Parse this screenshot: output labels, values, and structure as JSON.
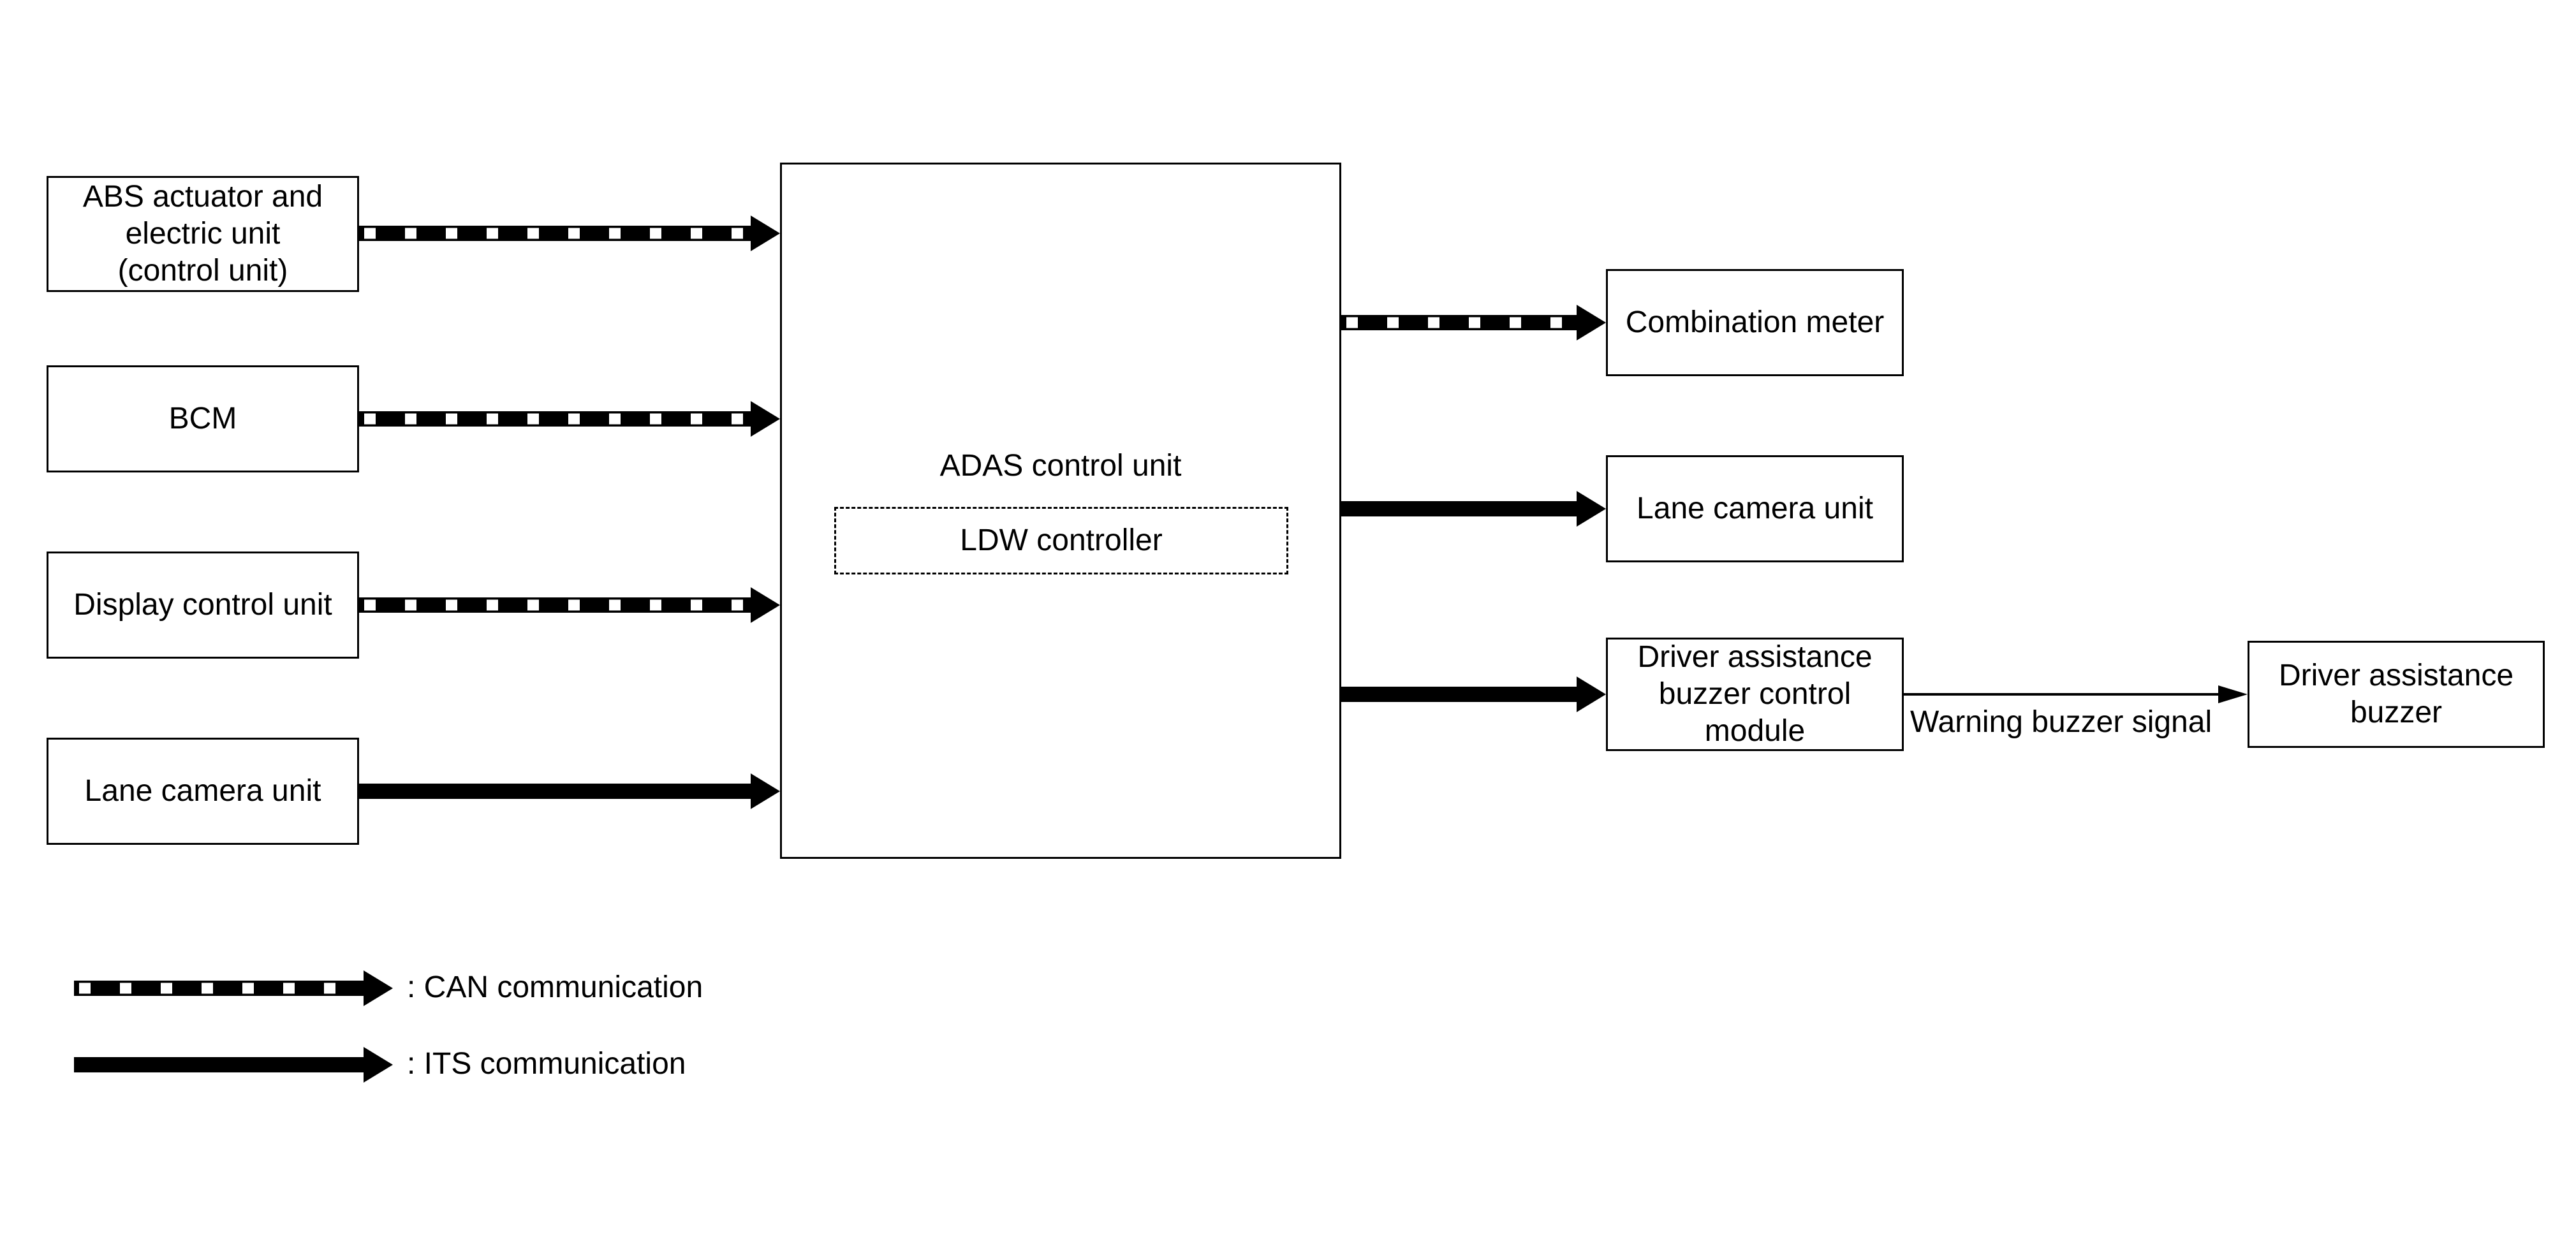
{
  "inputs": [
    {
      "id": "abs",
      "label": "ABS actuator and\nelectric unit\n(control unit)",
      "link": "CAN"
    },
    {
      "id": "bcm",
      "label": "BCM",
      "link": "CAN"
    },
    {
      "id": "display",
      "label": "Display control unit",
      "link": "CAN"
    },
    {
      "id": "lane_camera_in",
      "label": "Lane camera unit",
      "link": "ITS"
    }
  ],
  "center": {
    "title": "ADAS control unit",
    "sub_label": "LDW controller"
  },
  "outputs": [
    {
      "id": "combination_meter",
      "label": "Combination meter",
      "link": "CAN"
    },
    {
      "id": "lane_camera_out",
      "label": "Lane camera unit",
      "link": "ITS"
    },
    {
      "id": "buzzer_module",
      "label": "Driver assistance\nbuzzer control\nmodule",
      "link": "ITS"
    }
  ],
  "buzzer": {
    "label": "Driver assistance\nbuzzer",
    "signal_label": "Warning buzzer signal"
  },
  "legend": {
    "can": ": CAN communication",
    "its": ": ITS communication"
  },
  "colors": {
    "line": "#000000",
    "background": "#ffffff"
  }
}
